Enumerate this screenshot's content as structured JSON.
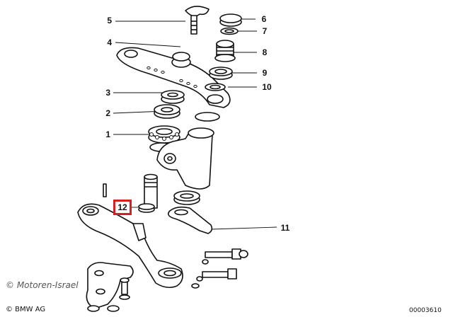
{
  "diagram": {
    "callouts": [
      {
        "id": "c5",
        "label": "5"
      },
      {
        "id": "c4",
        "label": "4"
      },
      {
        "id": "c3",
        "label": "3"
      },
      {
        "id": "c2",
        "label": "2"
      },
      {
        "id": "c1",
        "label": "1"
      },
      {
        "id": "c12",
        "label": "12"
      },
      {
        "id": "c6",
        "label": "6"
      },
      {
        "id": "c7",
        "label": "7"
      },
      {
        "id": "c8",
        "label": "8"
      },
      {
        "id": "c9",
        "label": "9"
      },
      {
        "id": "c10",
        "label": "10"
      },
      {
        "id": "c11",
        "label": "11"
      }
    ],
    "highlight_color": "#d42020"
  },
  "footer": {
    "watermark": "© Motoren-Israel",
    "brand": "© BMW AG",
    "diagram_id": "00003610"
  }
}
